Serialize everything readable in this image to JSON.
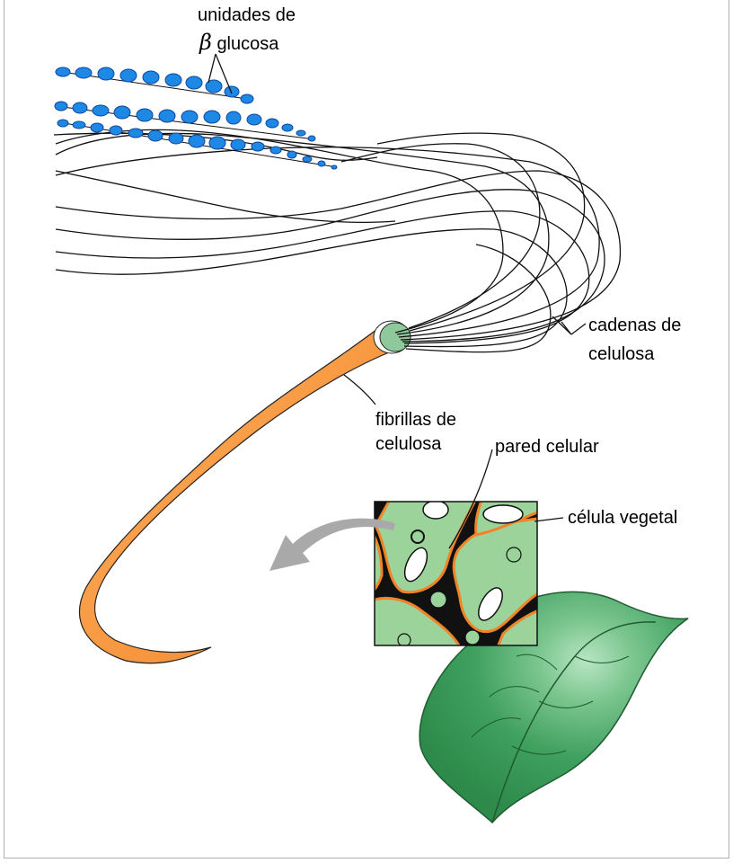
{
  "labels": {
    "glucose_units_line1": "unidades de",
    "glucose_units_beta": "β",
    "glucose_units_line2": "glucosa",
    "cellulose_chains_line1": "cadenas de",
    "cellulose_chains_line2": "celulosa",
    "cellulose_fibrils_line1": "fibrillas de",
    "cellulose_fibrils_line2": "celulosa",
    "cell_wall": "pared celular",
    "plant_cell": "célula vegetal"
  },
  "colors": {
    "glucose_blue": "#1e88e5",
    "fibril_orange": "#f7913b",
    "cell_green": "#9bd39b",
    "leaf_green": "#3fa05f",
    "arrow_gray": "#a9a9a9"
  }
}
